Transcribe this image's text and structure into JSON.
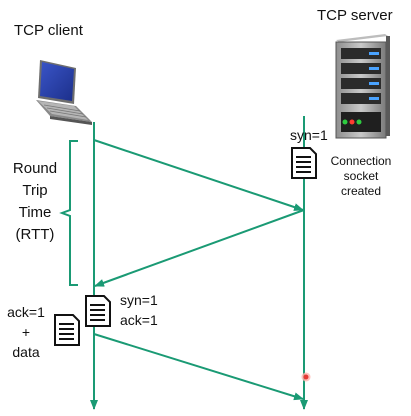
{
  "client": {
    "title": "TCP client",
    "icon": "laptop-icon"
  },
  "server": {
    "title": "TCP server",
    "icon": "server-tower-icon"
  },
  "rtt_label": {
    "lines": [
      "Round",
      "Trip",
      "Time",
      "(RTT)"
    ]
  },
  "messages": {
    "first": {
      "text": "syn=1",
      "icon": "document-icon"
    },
    "connection_note": {
      "lines": [
        "Connection",
        "socket",
        "created"
      ]
    },
    "second": {
      "lines": [
        "syn=1",
        "ack=1"
      ],
      "icon": "document-icon"
    },
    "third": {
      "lines": [
        "ack=1",
        "+",
        "data"
      ],
      "icon": "document-icon"
    }
  },
  "colors": {
    "line": "#1a9a74",
    "text": "#111111",
    "brace": "#1a9a74",
    "pointer_dot": "#e53935"
  }
}
